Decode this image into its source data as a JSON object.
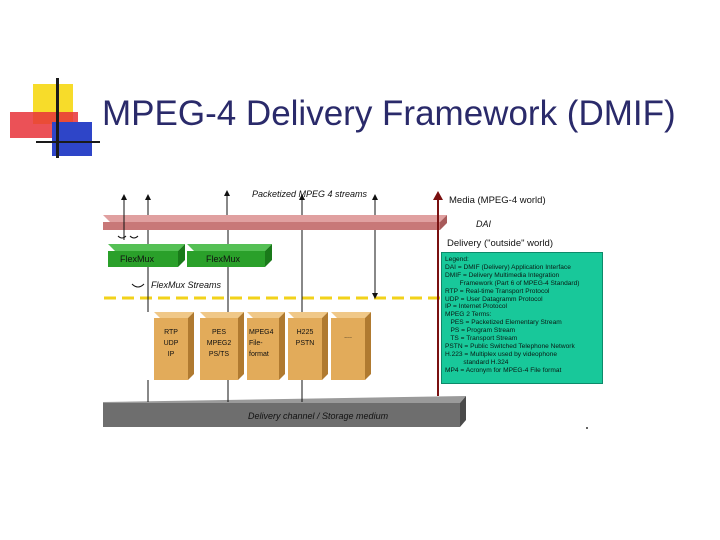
{
  "slide": {
    "title": "MPEG-4 Delivery Framework (DMIF)"
  },
  "diagram": {
    "packetized_label": "Packetized MPEG 4 streams",
    "dai_label": "DAI",
    "media_label": "Media (MPEG-4 world)",
    "delivery_label": "Delivery (\"outside\" world)",
    "flexmux_label_1": "FlexMux",
    "flexmux_label_2": "FlexMux",
    "flexmux_streams_label": "FlexMux Streams",
    "delivery_channel_label": "Delivery channel / Storage medium",
    "boxes": [
      {
        "lines": [
          "RTP",
          "UDP",
          "IP"
        ]
      },
      {
        "lines": [
          "PES",
          "MPEG2",
          "PS/TS"
        ]
      },
      {
        "lines": [
          "MPEG4",
          "File-",
          "format"
        ]
      },
      {
        "lines": [
          "H225",
          "PSTN"
        ]
      },
      {
        "lines": [
          "...."
        ]
      }
    ]
  },
  "legend": {
    "lines": [
      "Legend:",
      "DAI = DMIF (Delivery) Application Interface",
      "DMIF = Delivery Multimedia Integration",
      "        Framework (Part 6 of MPEG-4 Standard)",
      "RTP = Real-time Transport Protocol",
      "UDP = User Datagramm Protocol",
      "IP = Internet Protocol",
      "MPEG 2 Terms:",
      "   PES = Packetized Elementary Stream",
      "   PS = Program Stream",
      "   TS = Transport Stream",
      "PSTN = Public Switched Telephone Network",
      "H.223 = Multiplex used by videophone",
      "          standard H.324",
      "MP4 = Acronym for MPEG-4 File format"
    ]
  },
  "colors": {
    "title": "#2a2a6a",
    "dai_bar": "#c87878",
    "flexmux": "#2aa02a",
    "boxes": "#e2ab5a",
    "legend_bg": "#18c89a",
    "delivery_bar": "#6e6e6e",
    "dashed_line": "#f2d21a",
    "divider": "#7a1010"
  }
}
